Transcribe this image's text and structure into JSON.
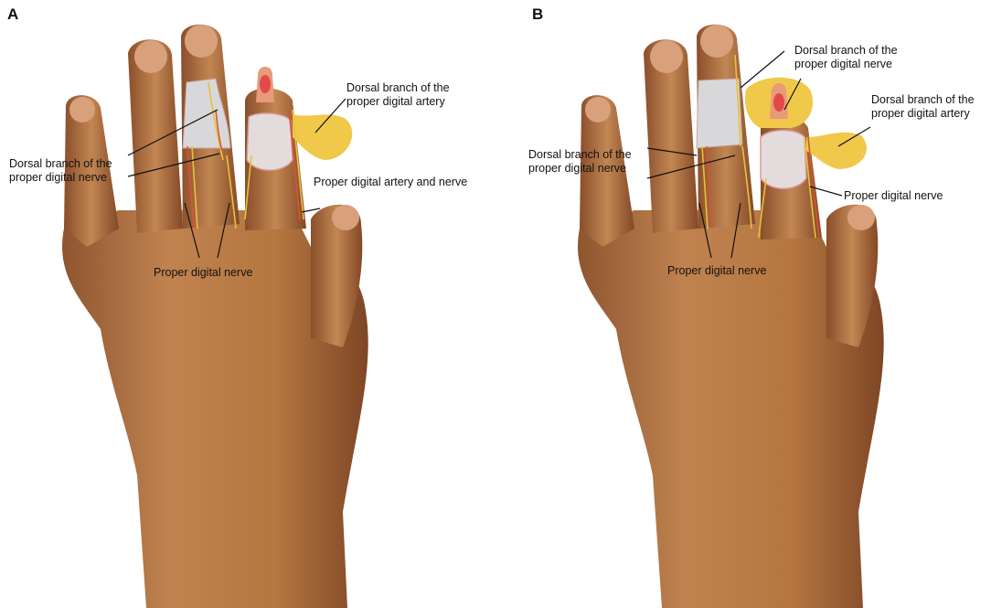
{
  "panels": [
    {
      "letter": "A",
      "labels": {
        "dorsal_artery": [
          "Dorsal branch of the",
          "proper digital artery"
        ],
        "dorsal_nerve": [
          "Dorsal branch of the",
          "proper digital nerve"
        ],
        "artery_and_nerve": "Proper digital artery and nerve",
        "proper_nerve": "Proper digital nerve"
      }
    },
    {
      "letter": "B",
      "labels": {
        "dorsal_nerve_top": [
          "Dorsal branch of the",
          "proper digital nerve"
        ],
        "dorsal_artery": [
          "Dorsal branch of the",
          "proper digital artery"
        ],
        "dorsal_nerve_left": [
          "Dorsal branch of the",
          "proper digital nerve"
        ],
        "proper_nerve_right": "Proper digital nerve",
        "proper_nerve_bottom": "Proper digital nerve"
      }
    }
  ],
  "colors": {
    "skin": "#b87a4a",
    "skin_shadow": "#8f5530",
    "nail": "#d9a07c",
    "flap_gray": "#d8d8da",
    "nerve": "#e8c23a",
    "artery": "#d9533b",
    "fat_pad": "#f0c84a"
  }
}
